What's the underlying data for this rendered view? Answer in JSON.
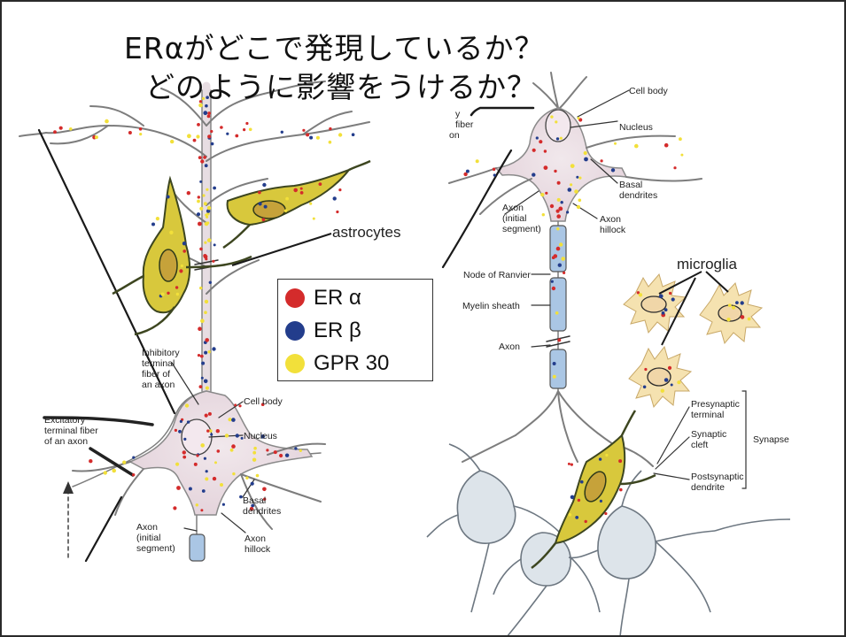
{
  "slide": {
    "title_line1": "ERαがどこで発現しているか？",
    "title_line2": "どのように影響をうけるか？"
  },
  "legend": {
    "items": [
      {
        "label": "ER α",
        "color": "#d42b2b"
      },
      {
        "label": "ER β",
        "color": "#233d8c"
      },
      {
        "label": "GPR 30",
        "color": "#f2e03a"
      }
    ]
  },
  "left_neuron": {
    "cell_body": "Cell body",
    "nucleus": "Nucleus",
    "basal_dendrites": [
      "Basal",
      "dendrites"
    ],
    "axon_initial": [
      "Axon",
      "(initial",
      "segment)"
    ],
    "axon_hillock": [
      "Axon",
      "hillock"
    ],
    "inhibitory": [
      "Inhibitory",
      "terminal",
      "fiber of",
      "an axon"
    ],
    "excitatory": [
      "Excitatory",
      "terminal fiber",
      "of an axon"
    ],
    "astrocytes": "astrocytes"
  },
  "right_neuron": {
    "top_left_fragments": [
      "y",
      "fiber",
      "on"
    ],
    "cell_body": "Cell body",
    "nucleus": "Nucleus",
    "basal_dendrites": [
      "Basal",
      "dendrites"
    ],
    "axon_initial": [
      "Axon",
      "(initial",
      "segment)"
    ],
    "axon_hillock": [
      "Axon",
      "hillock"
    ],
    "node_of_ranvier": "Node of Ranvier",
    "myelin_sheath": "Myelin sheath",
    "axon": "Axon",
    "microglia": "microglia",
    "presynaptic": [
      "Presynaptic",
      "terminal"
    ],
    "synaptic_cleft": [
      "Synaptic",
      "cleft"
    ],
    "postsynaptic": [
      "Postsynaptic",
      "dendrite"
    ],
    "synapse": "Synapse"
  },
  "colors": {
    "er_alpha": "#d42b2b",
    "er_beta": "#233d8c",
    "gpr30": "#f2e03a",
    "soma": "#e9dde3",
    "myelin": "#aac6e4",
    "astrocyte": "#d8c83c",
    "microglia": "#f5e2b0",
    "grey_neuron": "#dde4ea"
  }
}
